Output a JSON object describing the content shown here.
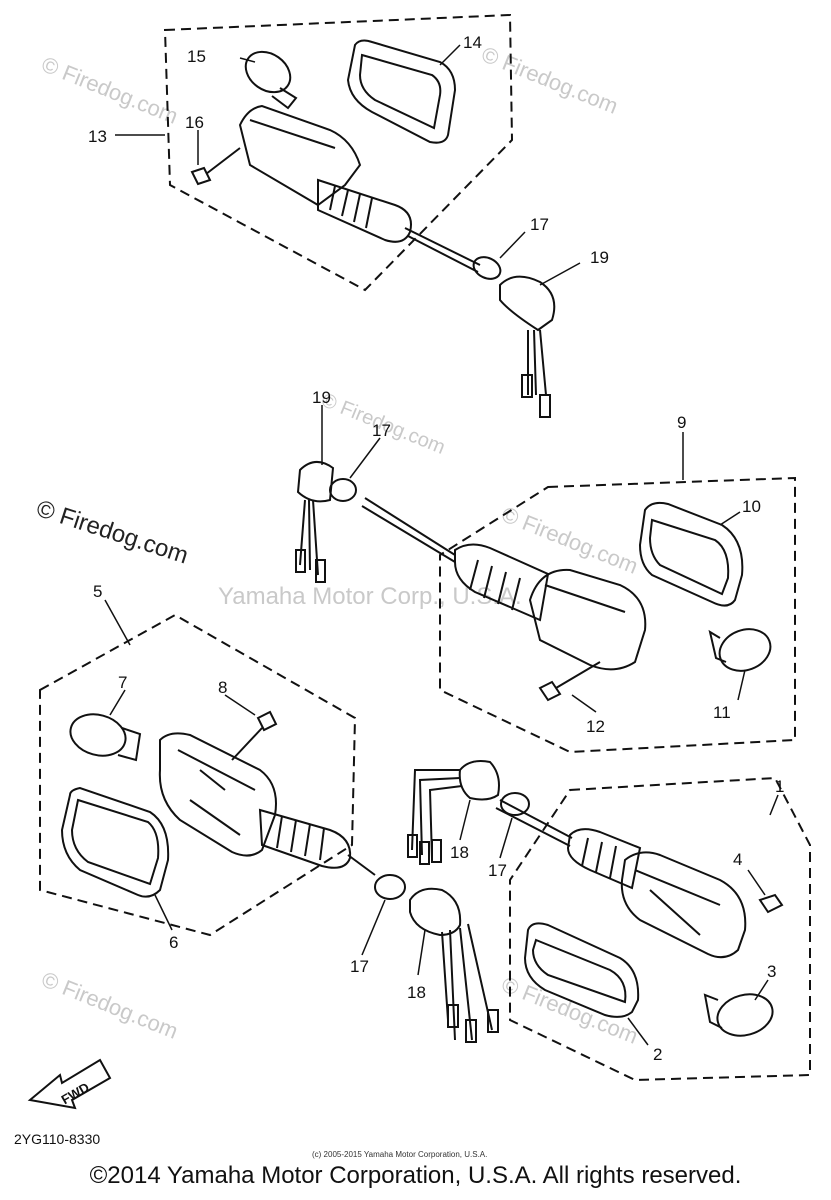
{
  "watermarks": [
    "© Firedog.com",
    "© Firedog.com",
    "© Firedog.com",
    "© Firedog.com",
    "© Firedog.com",
    "© Firedog.com",
    "© Firedog.com"
  ],
  "center_watermark": "Yamaha Motor Corp., U.S.A.",
  "callouts": {
    "c1": "1",
    "c2": "2",
    "c3": "3",
    "c4": "4",
    "c5": "5",
    "c6": "6",
    "c7": "7",
    "c8": "8",
    "c9": "9",
    "c10": "10",
    "c11": "11",
    "c12": "12",
    "c13": "13",
    "c14": "14",
    "c15": "15",
    "c16": "16",
    "c17a": "17",
    "c17b": "17",
    "c17c": "17",
    "c17d": "17",
    "c18a": "18",
    "c18b": "18",
    "c19a": "19",
    "c19b": "19"
  },
  "fwd_label": "FWD",
  "diagram_code": "2YG110-8330",
  "small_copyright": "(c) 2005-2015 Yamaha Motor Corporation, U.S.A.",
  "copyright": "©2014 Yamaha Motor Corporation, U.S.A. All rights reserved."
}
